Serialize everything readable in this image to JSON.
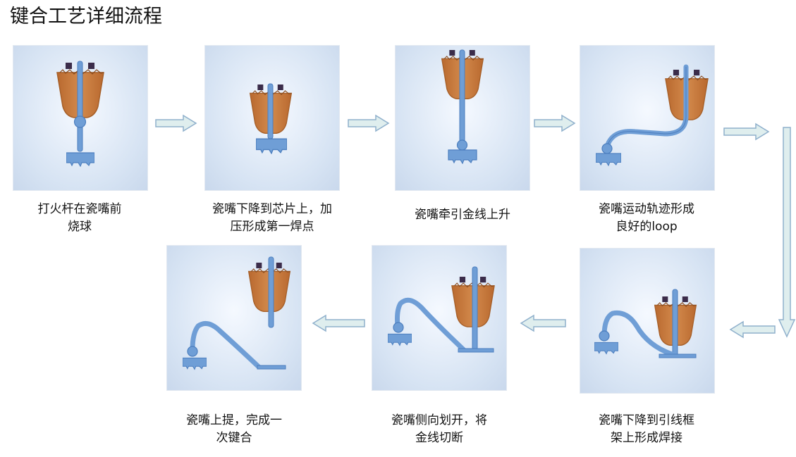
{
  "title": "键合工艺详细流程",
  "steps": [
    {
      "caption": "打火杆在瓷嘴前\n烧球"
    },
    {
      "caption": "瓷嘴下降到芯片上，加\n压形成第一焊点"
    },
    {
      "caption": "瓷嘴牵引金线上升"
    },
    {
      "caption": "瓷嘴运动轨迹形成\n良好的loop"
    },
    {
      "caption": "瓷嘴下降到引线框\n架上形成焊接"
    },
    {
      "caption": "瓷嘴侧向划开，将\n金线切断"
    },
    {
      "caption": "瓷嘴上提，完成一\n次键合"
    }
  ],
  "colors": {
    "capillary": "#c8793a",
    "capillary_stroke": "#a65f28",
    "wire": "#6f9ed6",
    "wire_dark": "#4d7fbf",
    "clamp": "#3b2c4a",
    "arrow_fill": "#dfeeee",
    "arrow_stroke": "#8fb0cc"
  }
}
